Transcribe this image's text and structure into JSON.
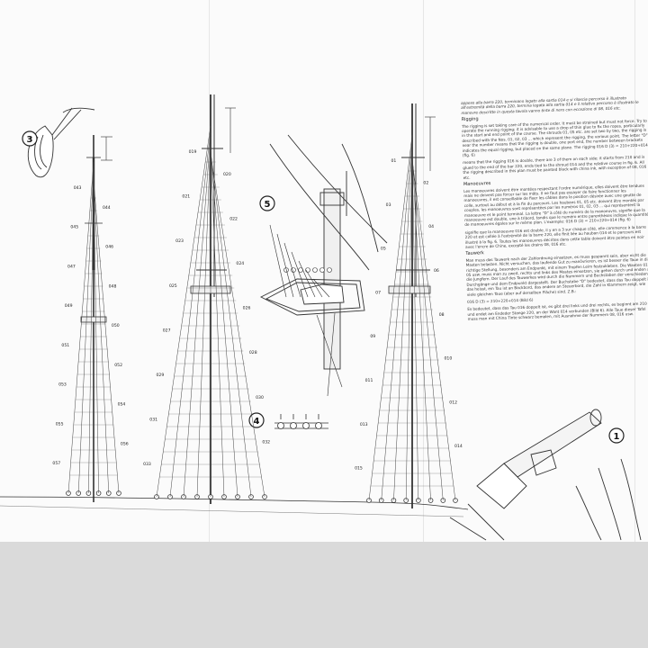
{
  "figure_labels": [
    "3",
    "5",
    "4",
    "1"
  ],
  "mast_labels": {
    "left": [
      "043",
      "044",
      "045",
      "046",
      "047",
      "048",
      "049",
      "050",
      "051",
      "052",
      "053",
      "054",
      "055",
      "056",
      "057"
    ],
    "middle": [
      "019",
      "020",
      "021",
      "022",
      "023",
      "024",
      "025",
      "026",
      "027",
      "028",
      "029",
      "030",
      "031",
      "032",
      "033"
    ],
    "right": [
      "01",
      "02",
      "03",
      "04",
      "05",
      "06",
      "07",
      "08",
      "09",
      "010",
      "011",
      "012",
      "013",
      "014",
      "015"
    ]
  },
  "instructions": {
    "italian_intro": "appeso alla barra 220, terminano legato alla sartia 014 e si rilascia percorso è illustrato all'estremità della barra 220, termina legata alla sartia 014 e il relativo percorso è illustrato le manovre descritte in questa tavola vanno tinte di nero con eccezione di 08, 016 etc.",
    "rigging_title": "Rigging",
    "rigging_text": "The rigging is set taking care of the numerical order. It must be strained but must not force. Try to operate the running rigging; it is advisable to use a drop of thin glue to fix the ropes, particularly in the start and end point of the course. The shrouds 01, 05 etc. are set two by two, the rigging is described with the Nos. 01, 02, 03 ... which represent the rigging, the various point. The letter \"D\" near the number means that the rigging is double, one port end, the number between brackets indicates the equal rigging, but placed on the same plane. The rigging 016 D (3) = 210+220+014 (fig. 6)",
    "rigging_text2": "means that the rigging 016 is double, there are 3 of them on each side; it starts from 210 and is glued to the end of the bar 220, ends tied to the shroud 014 and the relative course in fig. 6. All the rigging described in this plan must be painted black with china ink, with exception of 08, 016 etc.",
    "french_title": "Manoeuvres",
    "french_text": "Les manoeuvres doivent être montées respectant l'ordre numérique, elles doivent être tendues mais ne doivent pas forcer sur les mâts. Il ne faut pas essayer de faire fonctionner les manoeuvres, il est conseillable de fixer les câbles dans la position désirée avec une goutte de colle, surtout au début et à la fin du parcours. Les haubans 01, 05 etc. doivent être montés par couples, les manoeuvres sont représentées par les numéros 01, 02, 03 ... qui représentent la manoeuvre et le point terminal. La lettre \"D\" à côté du numéro de la manoeuvre, signifie que la manoeuvre est double, une à tribord, tandis que le numéro entre parenthèses indique la quantité de manoeuvres égales sur le même plan. L'exemple: 016 D (3) = 210+220+014 (fig. 6)",
    "french_text2": "signifie que la manoeuvre 016 est double, il y en a 3 sur chaque côté, elle commence à la barre 220 et est collée à l'extrémité de la barre 220, elle finit liée au hauban 014 et le parcours est illustré à la fig. 6. Toutes les manoeuvres décrites dans cette table doivent être peintes en noir avec l'encre de Chine, excepté les drains 08, 016 etc.",
    "german_title": "Tauwerk",
    "german_text": "Man muss das Tauwerk nach der Zahlordnung einsetzen, es muss gespannt sein, aber nicht die Masten belasten. Nicht versuchen, das laufende Gut zu manövrieren, es ist besser die Taue in die richtige Stellung, besonders am Endpunkt, mit einem Tropfen Leim festzukleben. Die Wanten 01, 05 usw. muss man zu zweit, rechts und links des Mastes einsetzen, sie gehen durch und enden an die Jungfern. Der Lauf des Tauwerkes wird durch die Nummern und Buchstaben der verschiedenen Durchgänge und dem Endpunkt dargestellt. Der Buchstabe \"D\" bedeutet, dass das Tau doppelt ist, das heisst, ein Tau ist an Backbord, das andere an Steuerbord, die Zahl in Klammern zeigt, wie viele gleichen Taue (aber auf derselben Fläche) sind. Z.B.:",
    "german_example": "016 D (3) = 210+220+014 (Bild 6)",
    "german_text2": "Es bedeutet, dass das Tau 016 doppelt ist, es gibt drei links und drei rechts, es beginnt am 210 und endet am Endeder Stange 220, an der Want 014 verbunden (Bild 6). Alle Taue dieser Tafel muss man mit China Tinte schwarz bemalen, mit Ausnahme der Nummern 08, 016 usw."
  }
}
